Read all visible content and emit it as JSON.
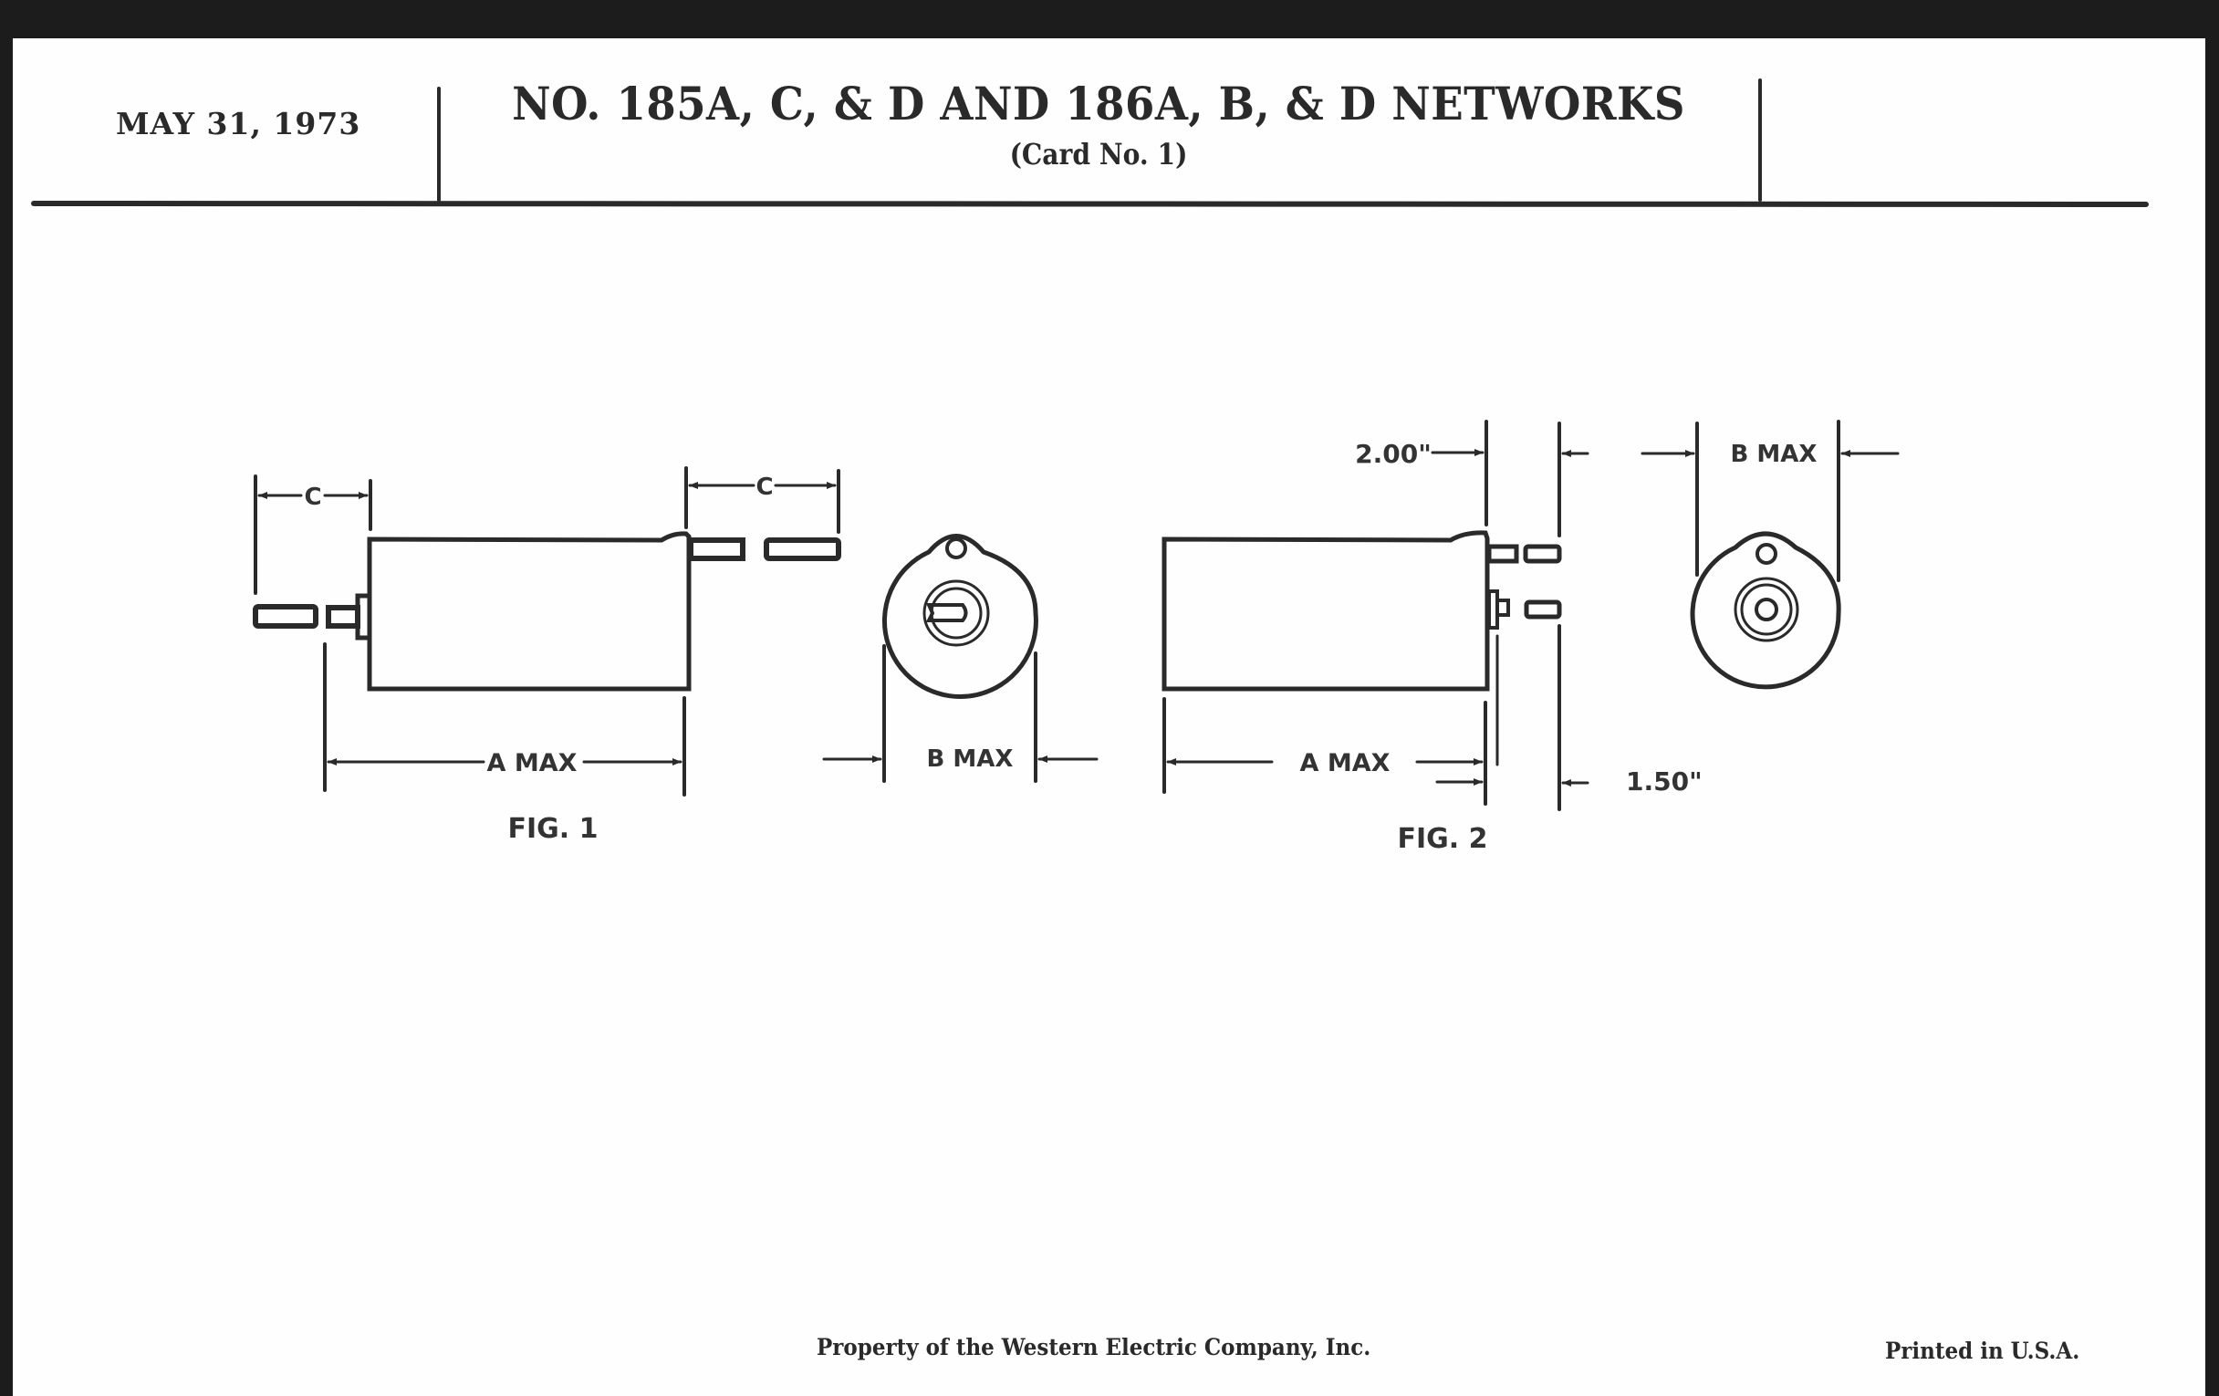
{
  "header": {
    "date": "MAY 31, 1973",
    "title": "NO. 185A, C, & D AND 186A, B, & D NETWORKS",
    "subtitle": "(Card No. 1)"
  },
  "figures": {
    "fig1": {
      "caption": "FIG. 1",
      "dim_c_left": "C",
      "dim_c_right": "C",
      "dim_a": "A MAX",
      "dim_b": "B MAX"
    },
    "fig2": {
      "caption": "FIG. 2",
      "dim_top_offset": "2.00\"",
      "dim_bottom_offset": "1.50\"",
      "dim_a": "A MAX",
      "dim_b": "B MAX"
    }
  },
  "footer": {
    "property_notice": "Property of the Western Electric Company, Inc.",
    "printed_notice": "Printed in U.S.A."
  },
  "colors": {
    "ink": "#2a2a2a",
    "paper": "#fefefe",
    "background": "#1c1c1c"
  }
}
